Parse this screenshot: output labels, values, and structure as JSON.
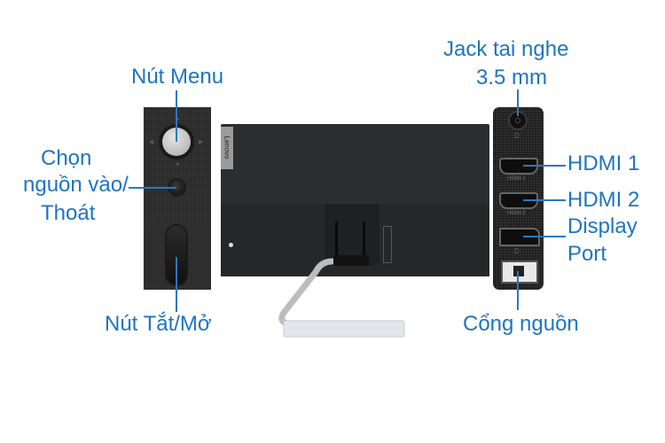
{
  "labels": {
    "menu_button": "Nút Menu",
    "input_select_line1": "Chọn",
    "input_select_line2": "nguồn vào/",
    "input_select_line3": "Thoát",
    "power_button": "Nút Tắt/Mở",
    "headphone_line1": "Jack tai nghe",
    "headphone_line2": "3.5 mm",
    "hdmi1": "HDMI 1",
    "hdmi2": "HDMI 2",
    "displayport_line1": "Display",
    "displayport_line2": "Port",
    "power_port": "Cổng nguồn"
  },
  "monitor": {
    "brand": "Lenovo"
  },
  "port_panel": {
    "hdmi1_marking": "HDMI-1",
    "hdmi2_marking": "HDMI-2"
  },
  "colors": {
    "label": "#1f74c2",
    "panel": "#2b2b2b"
  }
}
